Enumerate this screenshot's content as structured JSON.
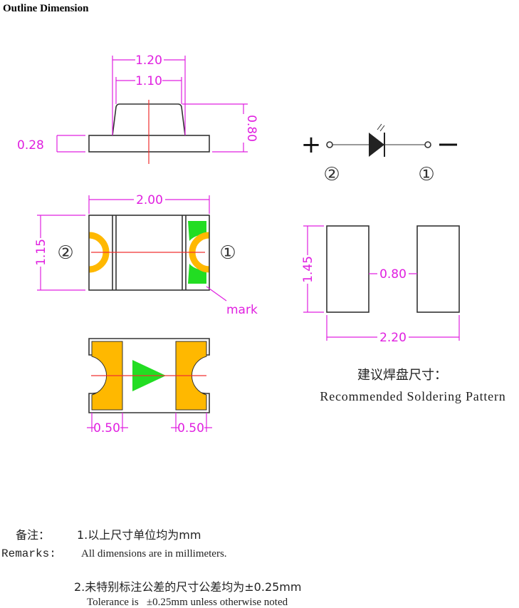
{
  "title": "Outline Dimension",
  "side_view": {
    "dim_top": "1.20",
    "dim_inner": "1.10",
    "dim_height": "0.80",
    "dim_base": "0.28"
  },
  "top_view": {
    "dim_width": "2.00",
    "dim_height": "1.15",
    "pin2": "②",
    "pin1": "①",
    "mark": "mark"
  },
  "bottom_view": {
    "dim_left": "0.50",
    "dim_right": "0.50"
  },
  "symbol": {
    "plus": "+",
    "minus": "−",
    "pin2": "②",
    "pin1": "①"
  },
  "pattern": {
    "dim_height": "1.45",
    "dim_gap": "0.80",
    "dim_width": "2.20",
    "title_cn": "建议焊盘尺寸：",
    "title_en": "Recommended Soldering Pattern"
  },
  "remarks": {
    "label_cn": "备注：",
    "label_en": "Remarks:",
    "note1_cn": "1.以上尺寸单位均为mm",
    "note1_en": "All dimensions are in millimeters.",
    "note2_cn": "2.未特别标注公差的尺寸公差均为±0.25mm",
    "note2_en": "Tolerance is   ±0.25mm unless otherwise noted"
  },
  "colors": {
    "pad": "#ffb800",
    "green": "#22dd22",
    "dimension": "#e020e0",
    "centerline": "#f03030"
  }
}
